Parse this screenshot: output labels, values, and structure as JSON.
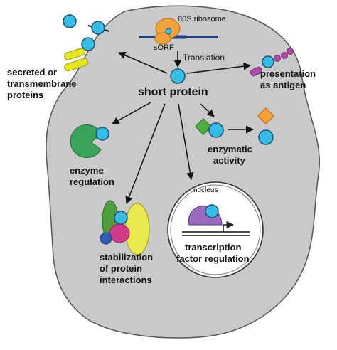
{
  "labels": {
    "ribosome": "80S ribosome",
    "sorf": "sORF",
    "translation": "Translation",
    "short_protein": "short protein",
    "secreted": [
      "secreted or",
      "transmembrane",
      "proteins"
    ],
    "antigen": [
      "presentation",
      "as antigen"
    ],
    "enzyme_regulation": [
      "enzyme",
      "regulation"
    ],
    "enzymatic_activity": [
      "enzymatic",
      "activity"
    ],
    "stabilization": [
      "stabilization",
      "of protein",
      "interactions"
    ],
    "nucleus": "nucleus",
    "transcription": [
      "transcription",
      "factor regulation"
    ]
  },
  "colors": {
    "cell_fill": "#c9c9c9",
    "cell_stroke": "#555555",
    "short_protein": "#35bde6",
    "protein_stroke": "#1f4f74",
    "ribosome": "#f2a23a",
    "mrna": "#1b3f8b",
    "yellow": "#e6e61e",
    "purple": "#b04aa8",
    "green_enzyme": "#3aa35a",
    "green_substrate": "#4caf3f",
    "orange_product": "#f5a03c",
    "magenta": "#d23a8c",
    "stab_yellow": "#e9e84c",
    "stab_green": "#4c9f3c",
    "stab_blue": "#2f5fb0",
    "nucleus_fill": "#ffffff",
    "tf_purple": "#9a6bbf"
  }
}
